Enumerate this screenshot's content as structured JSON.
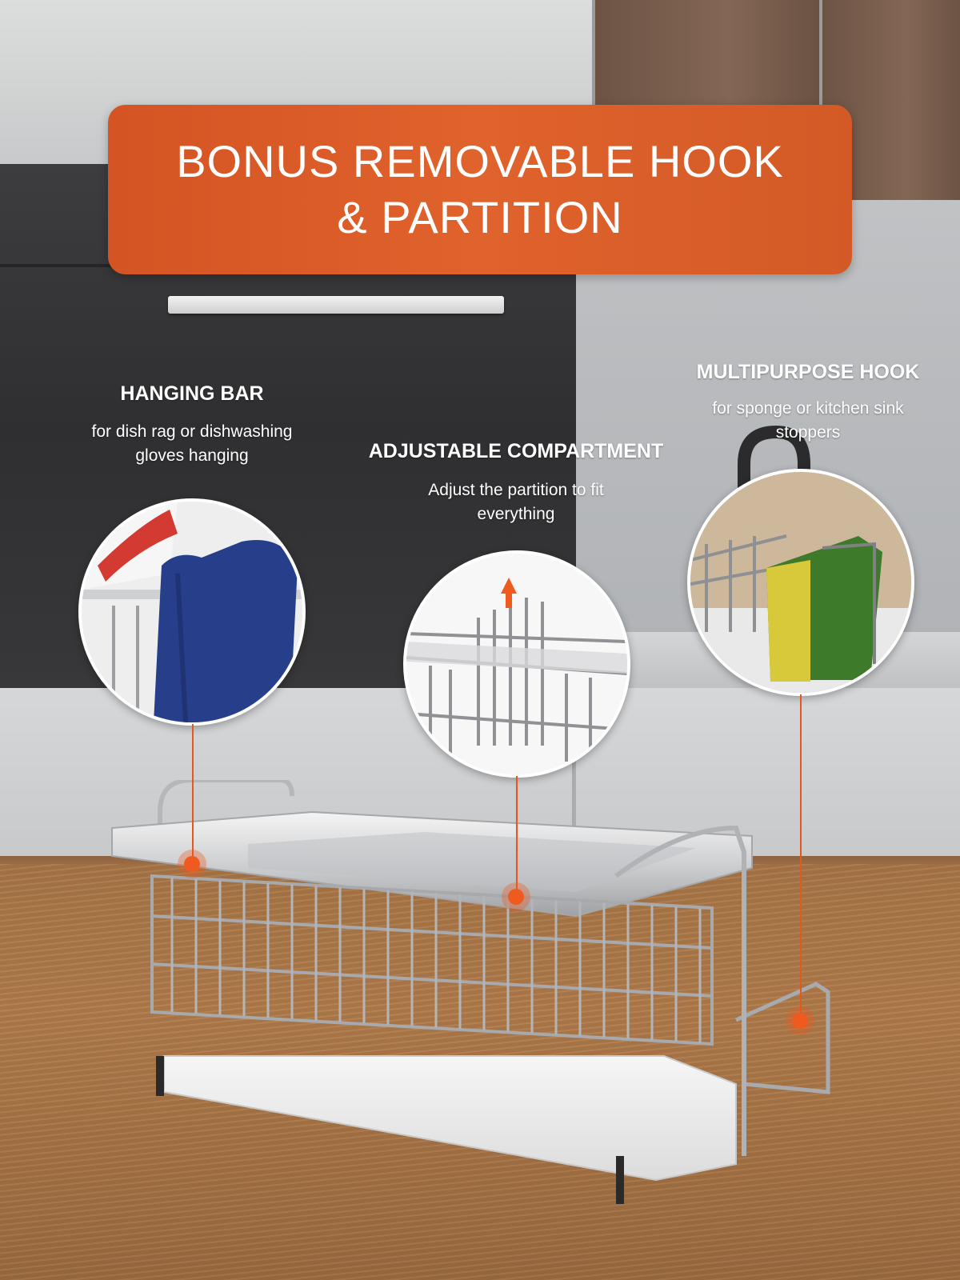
{
  "banner": {
    "line1": "BONUS REMOVABLE HOOK",
    "line2": "& PARTITION",
    "color": "#dd5f2a"
  },
  "features": [
    {
      "title": "HANGING BAR",
      "desc1": "for dish rag or dishwashing",
      "desc2": "gloves hanging"
    },
    {
      "title": "ADJUSTABLE COMPARTMENT",
      "desc1": "Adjust the partition to fit",
      "desc2": "everything"
    },
    {
      "title": "MULTIPURPOSE HOOK",
      "desc1": "for sponge or kitchen sink",
      "desc2": "stoppers"
    }
  ],
  "accent_color": "#ef5a1f",
  "icons": [
    "up-arrow-icon"
  ]
}
